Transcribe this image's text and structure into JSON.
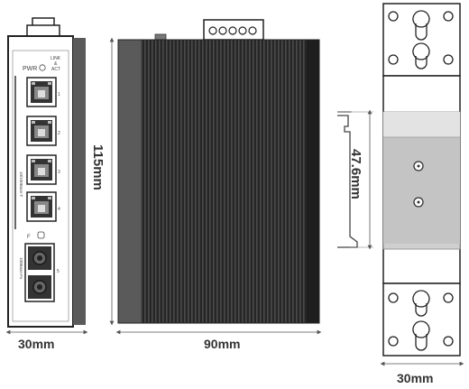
{
  "dimensions": {
    "front_width": "30mm",
    "side_width": "90mm",
    "height": "115mm",
    "din_rail": "47.6mm",
    "back_width": "30mm"
  },
  "front_panel": {
    "pwr_label": "PWR",
    "link_label": "LINK",
    "amp_label": "&",
    "act_label": "ACT",
    "rj45_vertical_label": "10/100Base-T",
    "port_numbers": [
      "1",
      "2",
      "3",
      "4"
    ],
    "fiber_led_label": "F",
    "fiber_vertical_label": "100Base-Fx",
    "fiber_port_number": "5"
  },
  "colors": {
    "heatsink_dark": "#1e1e1e",
    "heatsink_fin": "#3a3a3a",
    "side_gray": "#5a5a5a",
    "panel_border": "#222222",
    "dimension_line": "#555555"
  }
}
